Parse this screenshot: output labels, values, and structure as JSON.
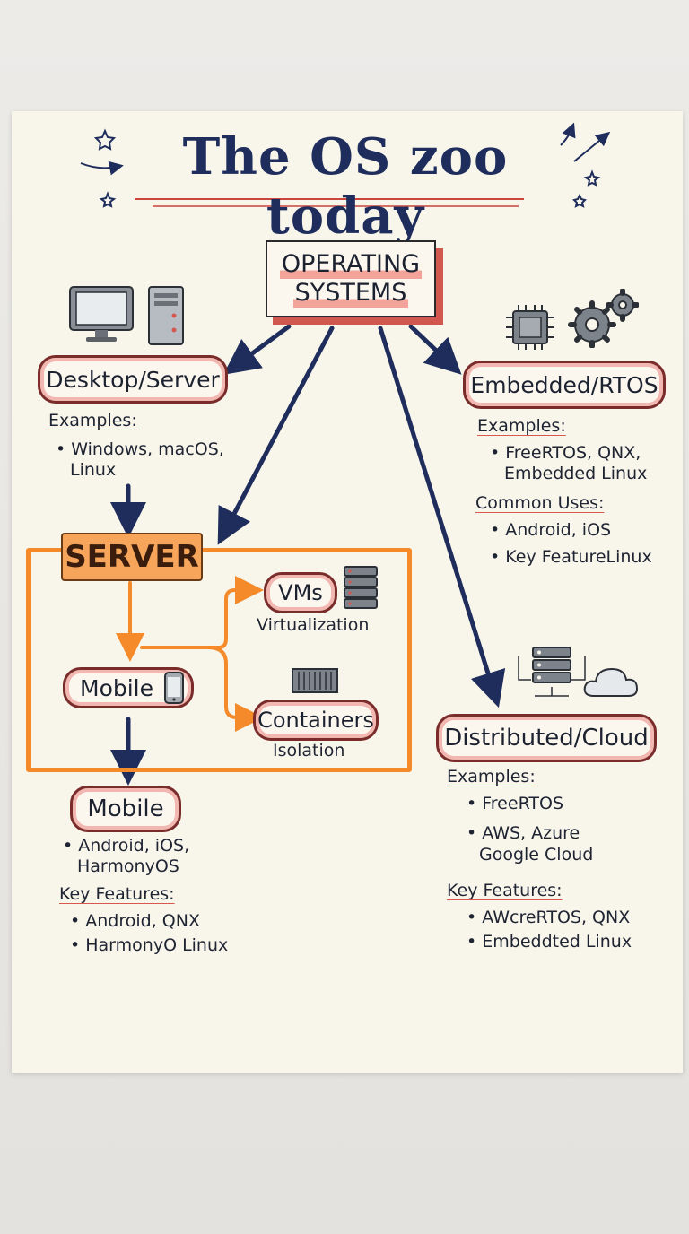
{
  "title": "The OS zoo today",
  "center": {
    "line1": "OPERATING",
    "line2": "SYSTEMS"
  },
  "desktop": {
    "label": "Desktop/Server",
    "examples_heading": "Examples:",
    "examples": [
      "• Windows, macOS,",
      "Linux"
    ]
  },
  "embedded": {
    "label": "Embedded/RTOS",
    "examples_heading": "Examples:",
    "examples": [
      "• FreeRTOS, QNX,",
      "Embedded Linux"
    ],
    "uses_heading": "Common Uses:",
    "uses": [
      "• Android, iOS",
      "• Key FeatureLinux"
    ]
  },
  "server_group": {
    "label": "SERVER",
    "mobile_label": "Mobile",
    "vms_label": "VMs",
    "vms_caption": "Virtualization",
    "containers_label": "Containers",
    "containers_caption": "Isolation"
  },
  "mobile": {
    "label": "Mobile",
    "examples": [
      "• Android, iOS,",
      "HarmonyOS"
    ],
    "features_heading": "Key Features:",
    "features": [
      "• Android, QNX",
      "• HarmonyO Linux"
    ]
  },
  "cloud": {
    "label": "Distributed/Cloud",
    "examples_heading": "Examples:",
    "examples": [
      "• FreeRTOS",
      "• AWS, Azure",
      "Google Cloud"
    ],
    "features_heading": "Key Features:",
    "features": [
      "• AWcreRTOS, QNX",
      "• Embeddted Linux"
    ]
  },
  "colors": {
    "navy": "#1e2d5c",
    "orange": "#f58a2b",
    "red": "#d1584f"
  },
  "icons": [
    "monitor-icon",
    "tower-icon",
    "chip-icon",
    "gears-icon",
    "server-rack-icon",
    "phone-icon",
    "container-icon",
    "cloud-network-icon",
    "cloud-icon",
    "star-icon",
    "arrow-icon"
  ]
}
